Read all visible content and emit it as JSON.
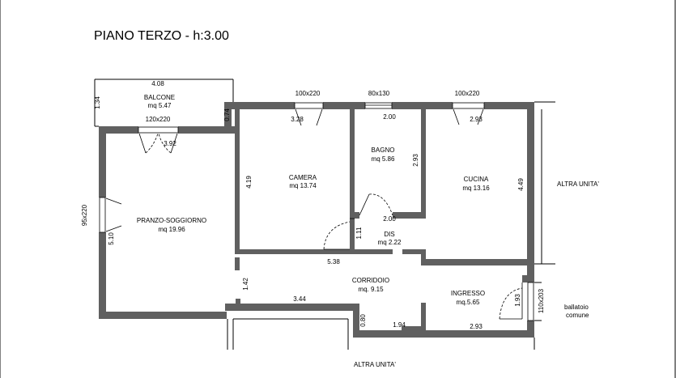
{
  "title": "PIANO TERZO - h:3.00",
  "rooms": {
    "balcone": {
      "name": "BALCONE",
      "area": "mq 5.47"
    },
    "camera": {
      "name": "CAMERA",
      "area": "mq 13.74"
    },
    "bagno": {
      "name": "BAGNO",
      "area": "mq 5.86"
    },
    "cucina": {
      "name": "CUCINA",
      "area": "mq 13.16"
    },
    "soggiorno": {
      "name": "PRANZO-SOGGIORNO",
      "area": "mq 19.96"
    },
    "dis": {
      "name": "DIS",
      "area": "mq  2.22"
    },
    "corridoio": {
      "name": "CORRIDOIO",
      "area": "mq. 9.15"
    },
    "ingresso": {
      "name": "INGRESSO",
      "area": "mq.5.65"
    }
  },
  "labels": {
    "altra_unita_right": "ALTRA UNITA'",
    "altra_unita_bottom": "ALTRA UNITA'",
    "ballatoio_1": "ballatoio",
    "ballatoio_2": "comune"
  },
  "dims": {
    "d408": "4.08",
    "d134": "1.34",
    "d074": "0.74",
    "d120x220": "120x220",
    "d392": "3.92",
    "d100x220a": "100x220",
    "d328": "3.28",
    "d80x130": "80x130",
    "d200a": "2.00",
    "d100x220b": "100x220",
    "d293a": "2.93",
    "d293b": "2.93",
    "d419": "4.19",
    "d449": "4.49",
    "d95x220": "95x220",
    "d510": "5.10",
    "d200b": "2.00",
    "d111": "1.11",
    "d538": "5.38",
    "d142": "1.42",
    "d344": "3.44",
    "d080": "0.80",
    "d194": "1.94",
    "d293c": "2.93",
    "d193": "1.93",
    "d110x203": "110x203"
  }
}
